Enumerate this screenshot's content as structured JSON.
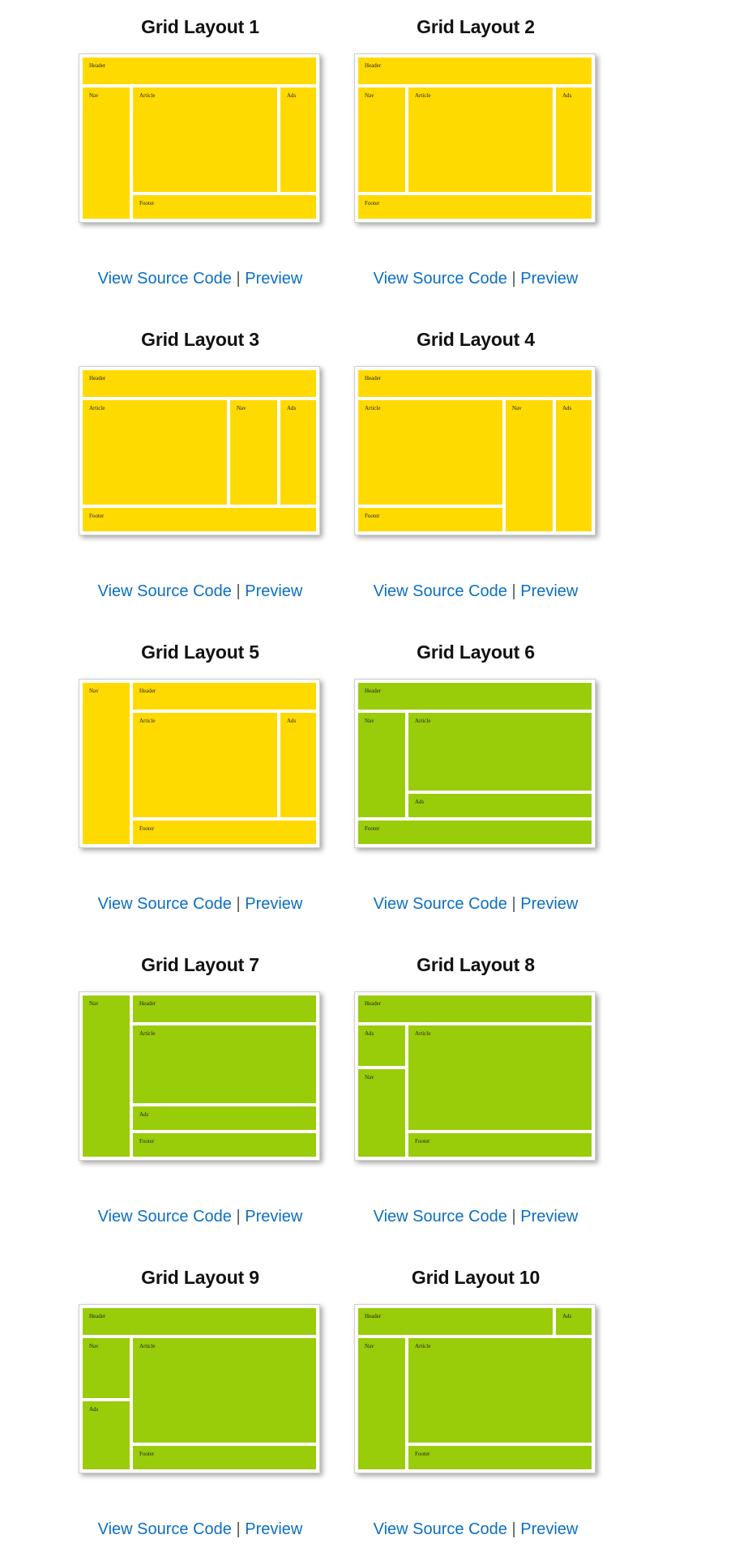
{
  "colors": {
    "yellow": "#FFDA00",
    "green": "#99CC09",
    "link": "#0b6fc4"
  },
  "labels": {
    "header": "Header",
    "nav": "Nav",
    "article": "Article",
    "ads": "Ads",
    "footer": "Footer"
  },
  "links": {
    "source": "View Source Code",
    "separator": "|",
    "preview": "Preview"
  },
  "layouts": [
    {
      "title": "Grid Layout 1",
      "theme": "yellow"
    },
    {
      "title": "Grid Layout 2",
      "theme": "yellow"
    },
    {
      "title": "Grid Layout 3",
      "theme": "yellow"
    },
    {
      "title": "Grid Layout 4",
      "theme": "yellow"
    },
    {
      "title": "Grid Layout 5",
      "theme": "yellow"
    },
    {
      "title": "Grid Layout 6",
      "theme": "green"
    },
    {
      "title": "Grid Layout 7",
      "theme": "green"
    },
    {
      "title": "Grid Layout 8",
      "theme": "green"
    },
    {
      "title": "Grid Layout 9",
      "theme": "green"
    },
    {
      "title": "Grid Layout 10",
      "theme": "green"
    }
  ]
}
